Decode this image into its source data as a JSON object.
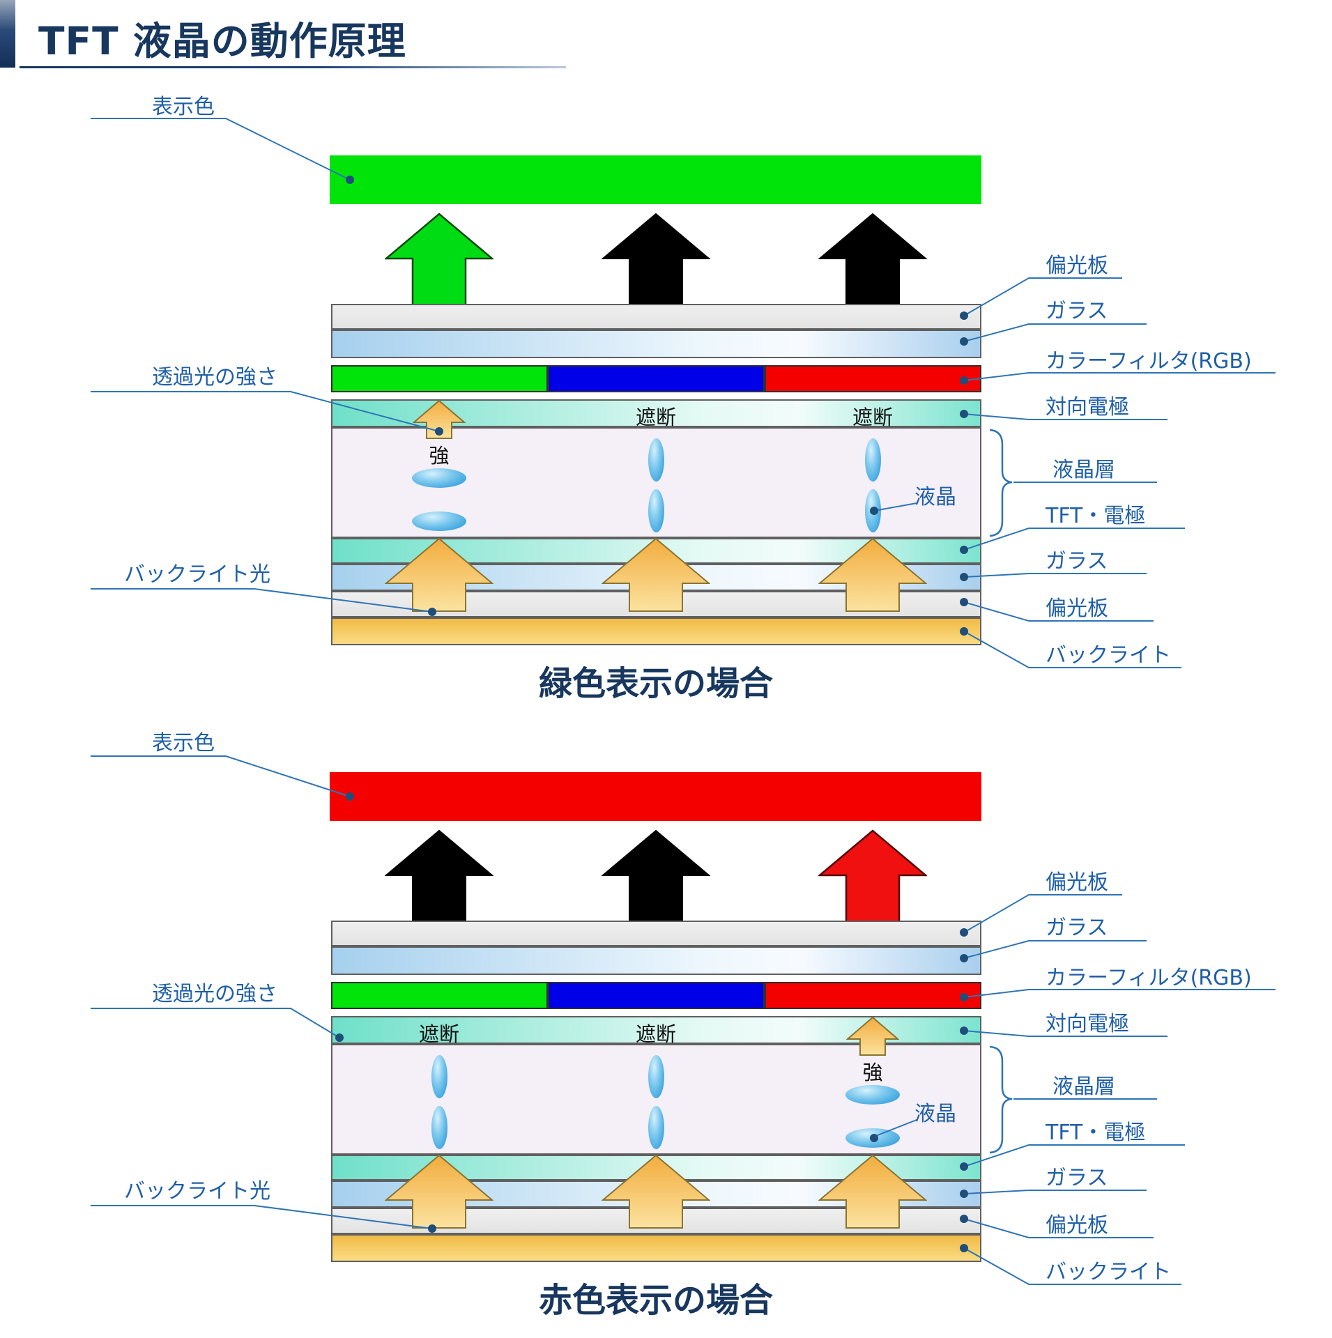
{
  "title": "TFT 液晶の動作原理",
  "diagrams": {
    "green": {
      "caption": "緑色表示の場合",
      "display_color": "green"
    },
    "red": {
      "caption": "赤色表示の場合",
      "display_color": "red"
    }
  },
  "labels": {
    "display_color": "表示色",
    "transmitted_light": "透過光の強さ",
    "backlight_light": "バックライト光",
    "polarizer": "偏光板",
    "glass": "ガラス",
    "color_filter": "カラーフィルタ(RGB)",
    "counter_electrode": "対向電極",
    "lc_layer": "液晶層",
    "tft_electrode": "TFT・電極",
    "backlight": "バックライト",
    "liquid_crystal": "液晶"
  },
  "annotations": {
    "blocked": "遮断",
    "strong": "強"
  },
  "colors": {
    "title_navy": "#17375E",
    "label_blue": "#1F5FA8",
    "leader_line": "#2E74B5",
    "leader_dot": "#1E4E79",
    "green": "#00E40A",
    "blue": "#0000E8",
    "red": "#F50000",
    "black": "#000000",
    "teal_layer": "#6FE0C9",
    "glass_layer": "#A6D0EE",
    "polarizer_layer": "#E9E9E9",
    "lc_layer_bg": "#F5EFF7",
    "backlight_layer": "#F0BA45",
    "arrow_orange": "#F2AC3E"
  }
}
